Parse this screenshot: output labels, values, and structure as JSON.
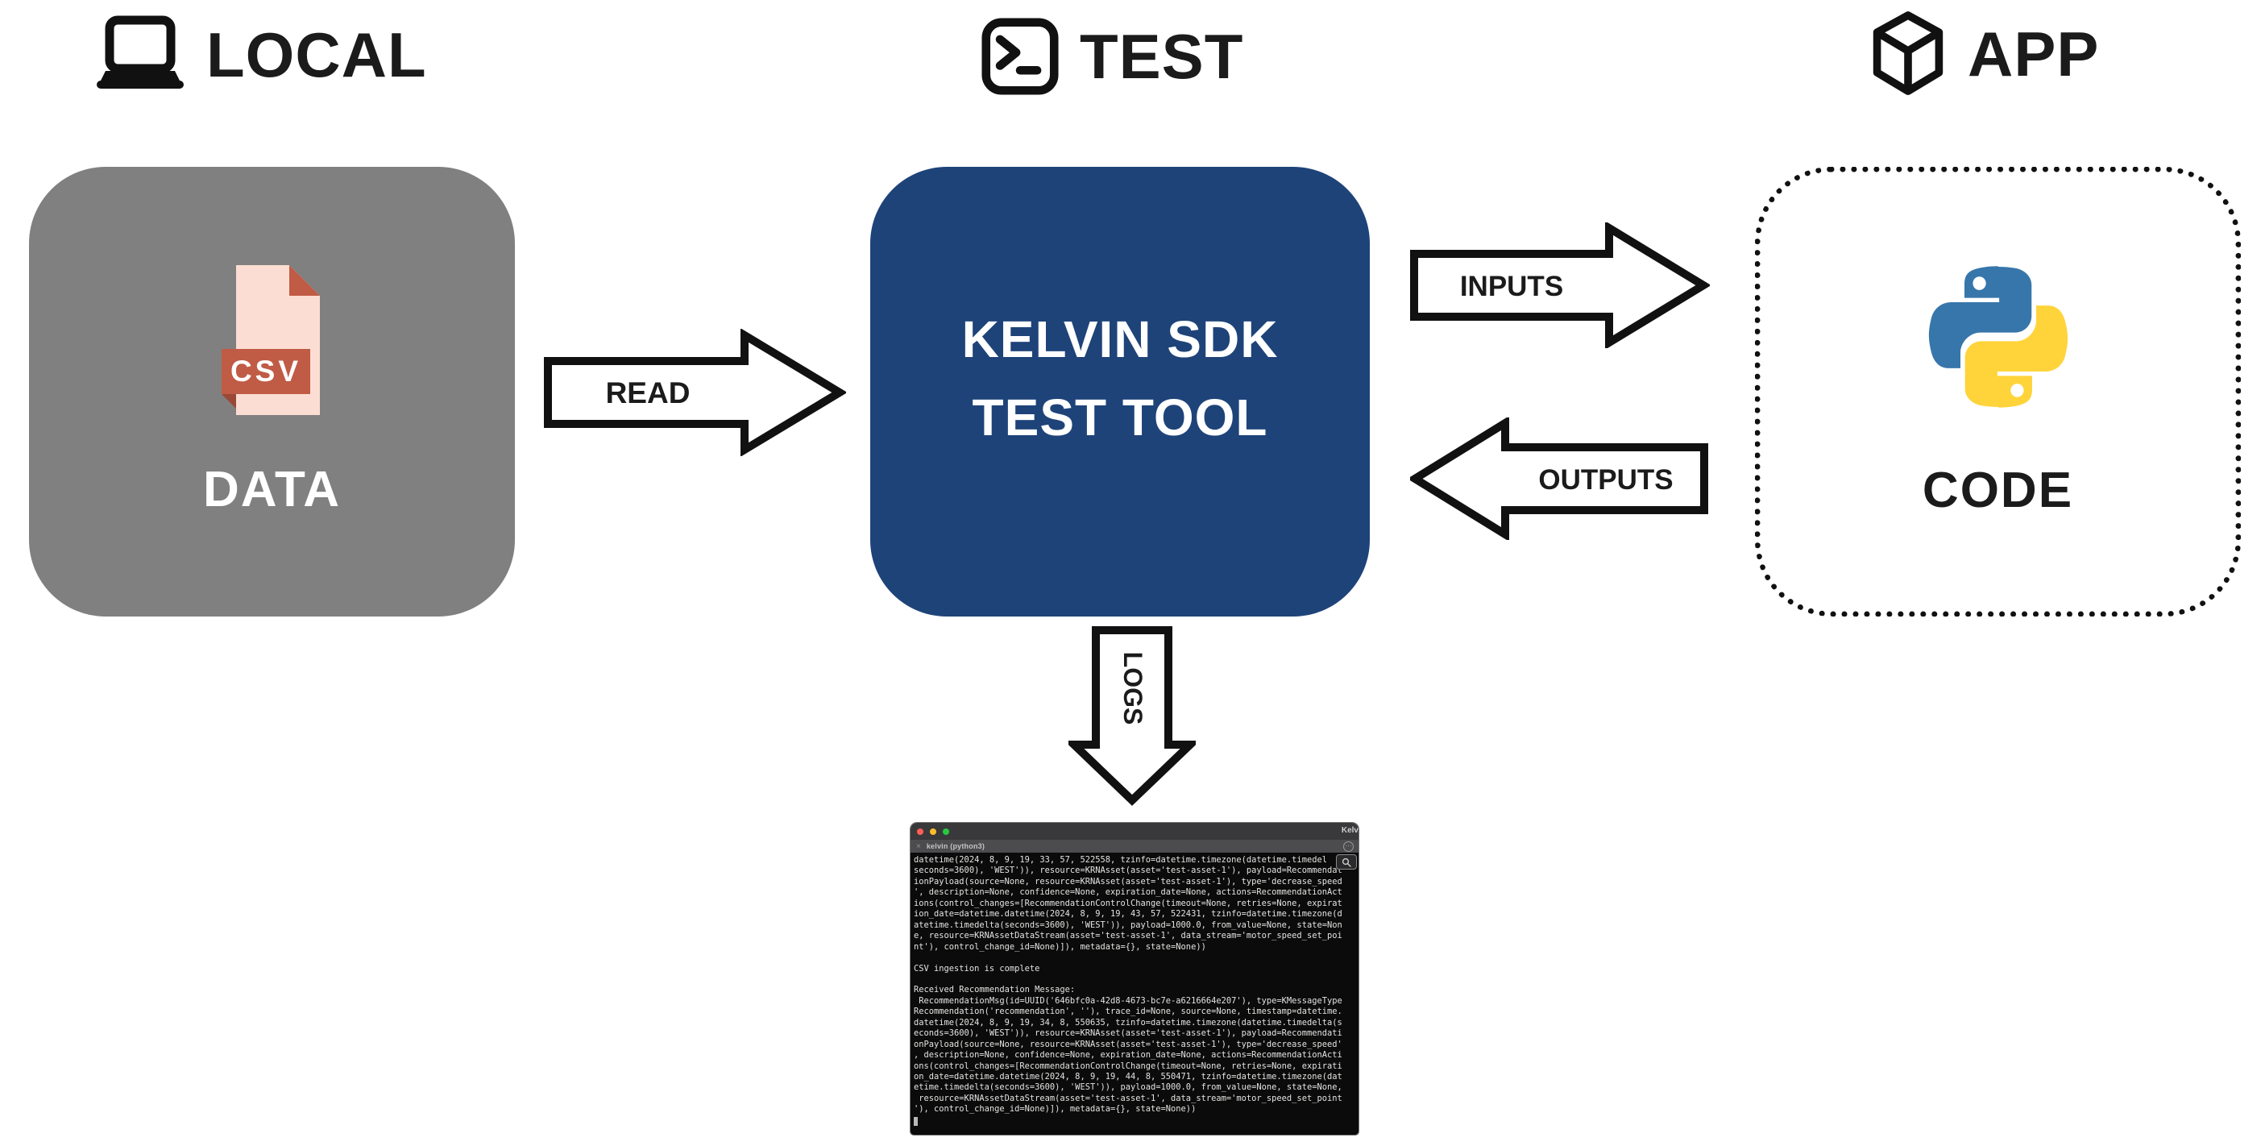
{
  "headers": {
    "local": {
      "label": "LOCAL",
      "icon": "laptop-icon"
    },
    "test": {
      "label": "TEST",
      "icon": "terminal-icon"
    },
    "app": {
      "label": "APP",
      "icon": "cube-icon"
    }
  },
  "nodes": {
    "data": {
      "label": "DATA",
      "file_badge": "CSV",
      "icon": "csv-file-icon",
      "bg": "#808080"
    },
    "kelvin": {
      "label_line1": "KELVIN SDK",
      "label_line2": "TEST TOOL",
      "bg": "#1e4379"
    },
    "code": {
      "label": "CODE",
      "icon": "python-logo-icon"
    }
  },
  "arrows": {
    "read": {
      "label": "READ",
      "direction": "right"
    },
    "inputs": {
      "label": "INPUTS",
      "direction": "right"
    },
    "outputs": {
      "label": "OUTPUTS",
      "direction": "left"
    },
    "logs": {
      "label": "LOGS",
      "direction": "down"
    }
  },
  "colors": {
    "navy": "#1e4379",
    "gray_box": "#808080",
    "csv_page": "#fbddd3",
    "csv_accent": "#c05b45",
    "csv_fold_shadow": "#9a4936",
    "python_blue": "#3776ab",
    "python_yellow": "#ffd43b",
    "traffic_red": "#ff5f57",
    "traffic_yellow": "#febc2e",
    "traffic_green": "#28c840"
  },
  "terminal": {
    "window_title": "Kelv",
    "tab_close_glyph": "×",
    "tab_title": "kelvin (python3)",
    "tab_options_glyph": "⋯",
    "lines": [
      "datetime(2024, 8, 9, 19, 33, 57, 522558, tzinfo=datetime.timezone(datetime.timedel",
      "seconds=3600), 'WEST')), resource=KRNAsset(asset='test-asset-1'), payload=Recommendat",
      "ionPayload(source=None, resource=KRNAsset(asset='test-asset-1'), type='decrease_speed",
      "', description=None, confidence=None, expiration_date=None, actions=RecommendationAct",
      "ions(control_changes=[RecommendationControlChange(timeout=None, retries=None, expirat",
      "ion_date=datetime.datetime(2024, 8, 9, 19, 43, 57, 522431, tzinfo=datetime.timezone(d",
      "atetime.timedelta(seconds=3600), 'WEST')), payload=1000.0, from_value=None, state=Non",
      "e, resource=KRNAssetDataStream(asset='test-asset-1', data_stream='motor_speed_set_poi",
      "nt'), control_change_id=None)]), metadata={}, state=None))",
      "",
      "CSV ingestion is complete",
      "",
      "Received Recommendation Message:",
      " RecommendationMsg(id=UUID('646bfc0a-42d8-4673-bc7e-a6216664e207'), type=KMessageType",
      "Recommendation('recommendation', ''), trace_id=None, source=None, timestamp=datetime.",
      "datetime(2024, 8, 9, 19, 34, 8, 550635, tzinfo=datetime.timezone(datetime.timedelta(s",
      "econds=3600), 'WEST')), resource=KRNAsset(asset='test-asset-1'), payload=Recommendati",
      "onPayload(source=None, resource=KRNAsset(asset='test-asset-1'), type='decrease_speed'",
      ", description=None, confidence=None, expiration_date=None, actions=RecommendationActi",
      "ons(control_changes=[RecommendationControlChange(timeout=None, retries=None, expirati",
      "on_date=datetime.datetime(2024, 8, 9, 19, 44, 8, 550471, tzinfo=datetime.timezone(dat",
      "etime.timedelta(seconds=3600), 'WEST')), payload=1000.0, from_value=None, state=None,",
      " resource=KRNAssetDataStream(asset='test-asset-1', data_stream='motor_speed_set_point",
      "'), control_change_id=None)]), metadata={}, state=None))"
    ]
  }
}
